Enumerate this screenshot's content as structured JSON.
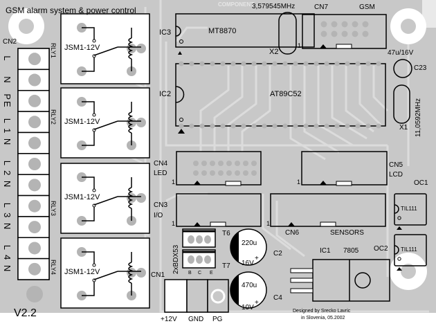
{
  "board": {
    "title": "GSM alarm system & power control",
    "layer_label": "COMPONENT",
    "version": "V2.2",
    "credit_line1": "Designed by Srecko Lavric",
    "credit_line2": "in Slovenia, 05.2002",
    "colors": {
      "background": "#c8c8c8",
      "traces": "#dcdcdc",
      "silkscreen": "#000000",
      "pads": "#b4b4b4",
      "mount_hole": "#ffffff"
    }
  },
  "cn2": {
    "label": "CN2",
    "terminals": [
      "L",
      "N",
      "PE",
      "L",
      "1",
      "N",
      "L",
      "2",
      "N",
      "L",
      "3",
      "N",
      "L",
      "4",
      "N"
    ],
    "terminal_labels": [
      "L",
      "N",
      "PE",
      "L 1 N",
      "L 2 N",
      "L 3 N",
      "L 4 N"
    ]
  },
  "relays": [
    {
      "ref": "RLY1",
      "part": "JSM1-12V"
    },
    {
      "ref": "RLY2",
      "part": "JSM1-12V"
    },
    {
      "ref": "RLY3",
      "part": "JSM1-12V"
    },
    {
      "ref": "RLY4",
      "part": "JSM1-12V"
    }
  ],
  "ic3": {
    "ref": "IC3",
    "part": "MT8870"
  },
  "ic2": {
    "ref": "IC2",
    "part": "AT89C52"
  },
  "ic1": {
    "ref": "IC1",
    "part": "7805"
  },
  "x2": {
    "ref": "X2",
    "freq": "3,579545MHz"
  },
  "x1": {
    "ref": "X1",
    "freq": "11,0592MHz"
  },
  "c23": {
    "ref": "C23",
    "value": "47u/16V"
  },
  "c2": {
    "ref": "C2",
    "value": "220u",
    "voltage": "16V"
  },
  "c4": {
    "ref": "C4",
    "value": "470u",
    "voltage": "10V"
  },
  "cn7": {
    "ref": "CN7",
    "name": "GSM",
    "pin1": "1"
  },
  "cn4": {
    "ref": "CN4",
    "name": "LED",
    "pin1": "1"
  },
  "cn5": {
    "ref": "CN5",
    "name": "LCD",
    "pin1": "1"
  },
  "cn3": {
    "ref": "CN3",
    "name": "I/O",
    "pin1": "1"
  },
  "cn6": {
    "ref": "CN6",
    "name": "SENSORS",
    "pin1": "1"
  },
  "cn1": {
    "ref": "CN1",
    "pins": [
      "+12V",
      "GND",
      "PG"
    ]
  },
  "transistors": {
    "part": "2xBDX53",
    "refs": [
      "T6",
      "T7"
    ],
    "pins": [
      "B",
      "C",
      "E"
    ]
  },
  "oc1": {
    "ref": "OC1",
    "part": "TIL111"
  },
  "oc2": {
    "ref": "OC2",
    "part": "TIL111"
  }
}
